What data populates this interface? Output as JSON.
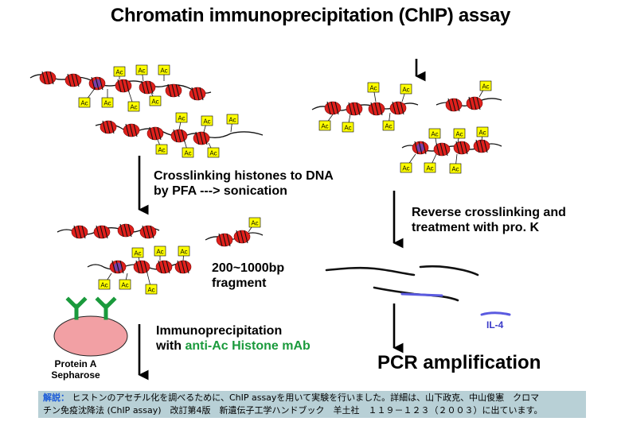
{
  "title": "Chromatin immunoprecipitation (ChIP) assay",
  "acetyl_tag": "Ac",
  "steps": {
    "crosslink": [
      "Crosslinking histones to DNA",
      "by PFA ---> sonication"
    ],
    "reverse": [
      "Reverse crosslinking and",
      "treatment with pro. K"
    ],
    "fragment": [
      "200~1000bp",
      "fragment"
    ],
    "immuno_prefix": "Immunoprecipitation",
    "immuno_with": "with ",
    "immuno_antibody": "anti-Ac Histone mAb",
    "pcr": "PCR amplification"
  },
  "labels": {
    "il4": "IL-4",
    "protein_a": [
      "Protein A",
      "Sepharose"
    ]
  },
  "note": {
    "heading": "解説：",
    "line1": " ヒストンのアセチル化を調べるために、ChIP assayを用いて実験を行いました。詳細は、山下政克、中山俊憲　クロマ",
    "line2": "チン免疫沈降法 (ChIP assay)　改訂第4版　新遺伝子工学ハンドブック　羊土社　１１９－１２３（２００３）に出ています。"
  },
  "colors": {
    "histone": "#e0201c",
    "histone_acetylated_core": "#7a3fa8",
    "tag_fill": "#ffff00",
    "antibody": "#1a9a3c",
    "sepharose_bead": "#f2a0a4",
    "il4_dna": "#5a5ae0",
    "note_bg": "#b8d0d6"
  },
  "icons": {
    "nucleosome": "nucleosome-icon",
    "antibody": "antibody-icon",
    "bead": "bead-icon",
    "arrow": "arrow-down-icon"
  }
}
